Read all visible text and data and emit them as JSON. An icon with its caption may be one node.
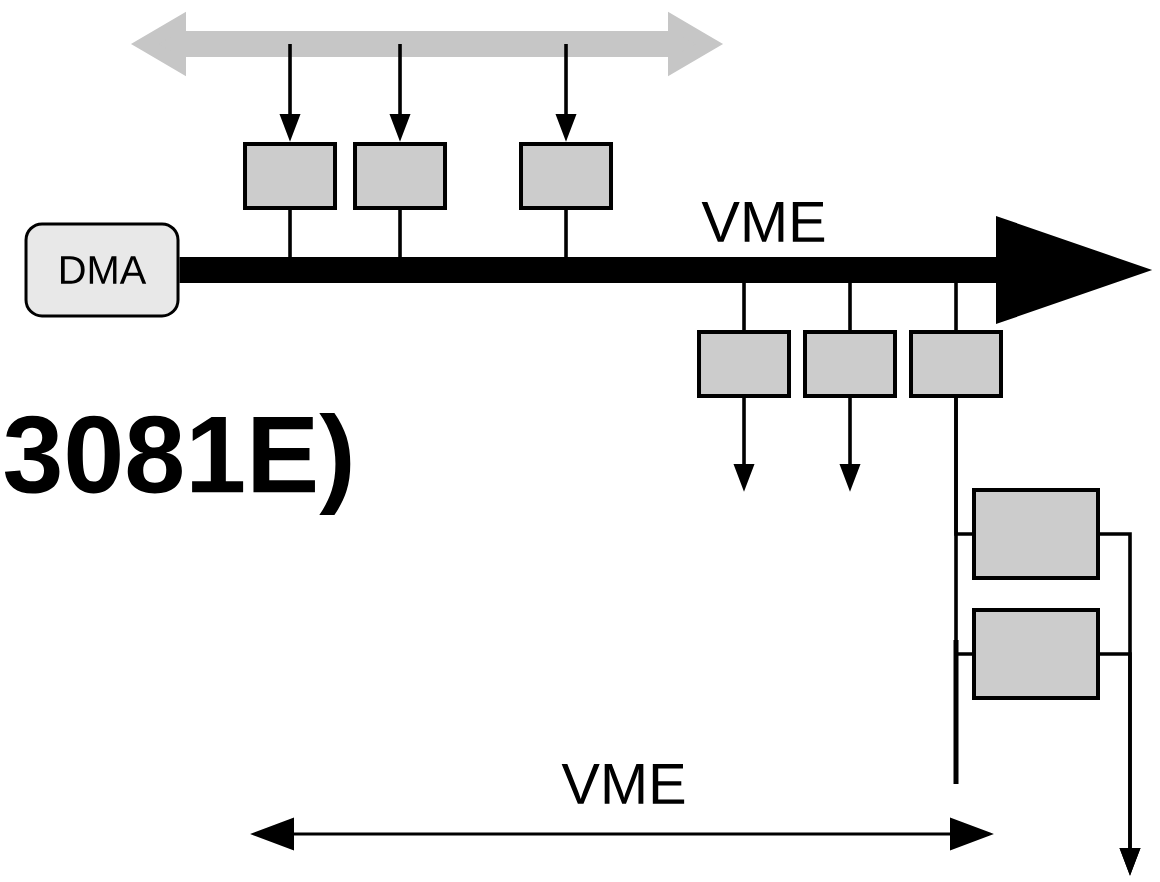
{
  "diagram": {
    "nodes": [
      {
        "text": [
          "DMA"
        ]
      },
      {
        "text": [],
        "shape": "box"
      },
      {
        "text": [],
        "shape": "box"
      },
      {
        "text": [],
        "shape": "box"
      },
      {
        "text": [],
        "shape": "box"
      },
      {
        "text": [],
        "shape": "box"
      },
      {
        "text": [],
        "shape": "box"
      },
      {
        "text": [],
        "shape": "box"
      },
      {
        "text": [],
        "shape": "box"
      }
    ],
    "edges": [
      {
        "from": 0,
        "to": null,
        "arrow": "to",
        "style": "thick",
        "label": "VME"
      },
      {
        "from": null,
        "to": 1,
        "arrow": "to"
      },
      {
        "from": null,
        "to": 2,
        "arrow": "to"
      },
      {
        "from": null,
        "to": 3,
        "arrow": "to"
      },
      {
        "from": 1,
        "to": null,
        "arrow": "none"
      },
      {
        "from": 2,
        "to": null,
        "arrow": "none"
      },
      {
        "from": 3,
        "to": null,
        "arrow": "none"
      },
      {
        "from": null,
        "to": 4,
        "arrow": "none"
      },
      {
        "from": null,
        "to": 5,
        "arrow": "none"
      },
      {
        "from": null,
        "to": 6,
        "arrow": "none"
      },
      {
        "from": 4,
        "to": null,
        "arrow": "to"
      },
      {
        "from": 5,
        "to": null,
        "arrow": "to"
      },
      {
        "from": 6,
        "to": 7,
        "arrow": "none"
      },
      {
        "from": 6,
        "to": 8,
        "arrow": "none"
      },
      {
        "from": 7,
        "to": null,
        "arrow": "to"
      },
      {
        "from": 8,
        "to": null,
        "arrow": "to"
      }
    ],
    "labels": [
      "3081E)",
      "VME"
    ]
  }
}
